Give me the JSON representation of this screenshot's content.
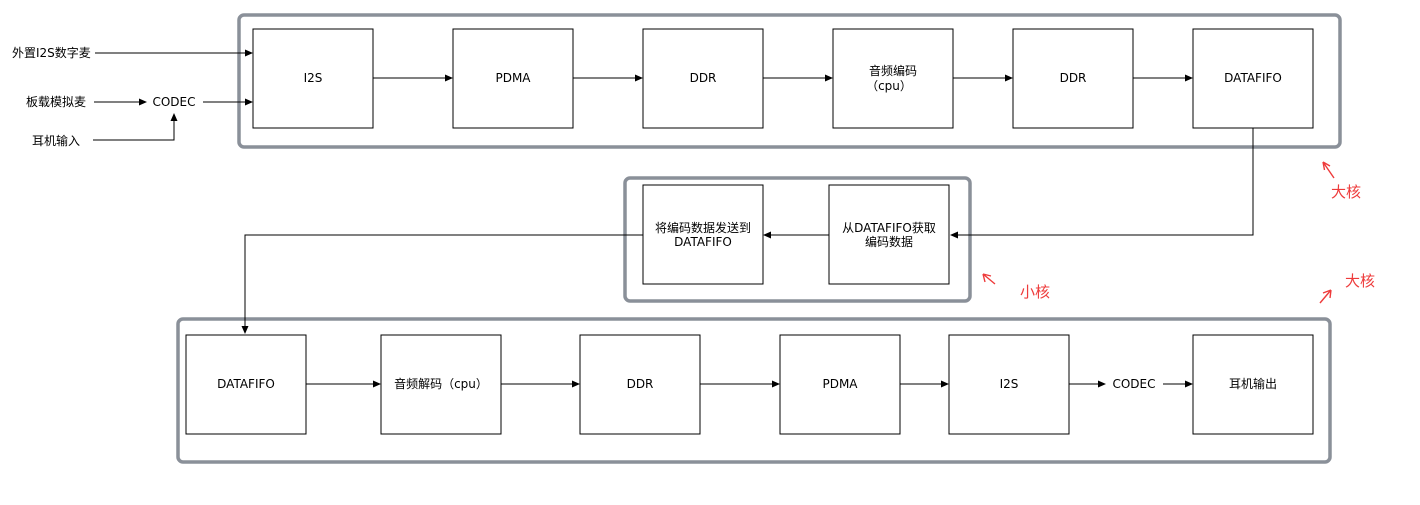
{
  "colors": {
    "group_border": "#8a9099",
    "node_border": "#000000",
    "edge": "#000000",
    "annotation": "#ee3b3b"
  },
  "groups": [
    {
      "id": "big-core-top"
    },
    {
      "id": "small-core"
    },
    {
      "id": "big-core-bottom"
    }
  ],
  "inputs": {
    "external_i2s_mic": "外置I2S数字麦",
    "onboard_analog_mic": "板载模拟麦",
    "headset_input": "耳机输入",
    "codec_in": "CODEC"
  },
  "top_row": [
    {
      "id": "i2s-in",
      "lines": [
        "I2S"
      ]
    },
    {
      "id": "pdma-in",
      "lines": [
        "PDMA"
      ]
    },
    {
      "id": "ddr-in-1",
      "lines": [
        "DDR"
      ]
    },
    {
      "id": "audio-encode",
      "lines": [
        "音频编码",
        "（cpu）"
      ]
    },
    {
      "id": "ddr-in-2",
      "lines": [
        "DDR"
      ]
    },
    {
      "id": "datafifo-out",
      "lines": [
        "DATAFIFO"
      ]
    }
  ],
  "middle_row": [
    {
      "id": "send-to-datafifo",
      "lines": [
        "将编码数据发送到",
        "DATAFIFO"
      ]
    },
    {
      "id": "fetch-from-datafifo",
      "lines": [
        "从DATAFIFO获取",
        "编码数据"
      ]
    }
  ],
  "bottom_row": [
    {
      "id": "datafifo-in",
      "lines": [
        "DATAFIFO"
      ]
    },
    {
      "id": "audio-decode",
      "lines": [
        "音频解码（cpu）"
      ]
    },
    {
      "id": "ddr-out",
      "lines": [
        "DDR"
      ]
    },
    {
      "id": "pdma-out",
      "lines": [
        "PDMA"
      ]
    },
    {
      "id": "i2s-out",
      "lines": [
        "I2S"
      ]
    },
    {
      "id": "headset-output",
      "lines": [
        "耳机输出"
      ]
    }
  ],
  "codec_out": "CODEC",
  "annotations": {
    "big_core_top": "大核",
    "small_core": "小核",
    "big_core_bottom": "大核"
  }
}
